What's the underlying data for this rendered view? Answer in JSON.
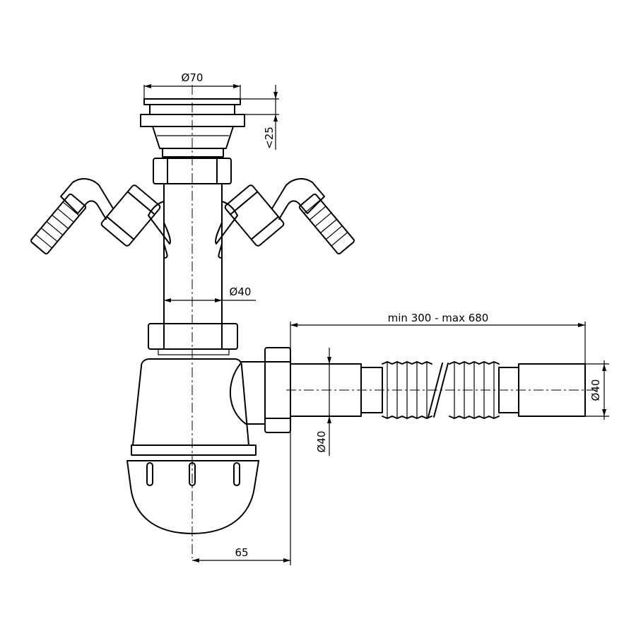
{
  "drawing": {
    "dimensions": {
      "top_diameter": "Ø70",
      "max_height": "<25",
      "tube_diameter": "Ø40",
      "hose_length": "min 300 - max 680",
      "outlet_diameter_right": "Ø40",
      "outlet_diameter_left": "Ø40",
      "offset": "65"
    }
  }
}
